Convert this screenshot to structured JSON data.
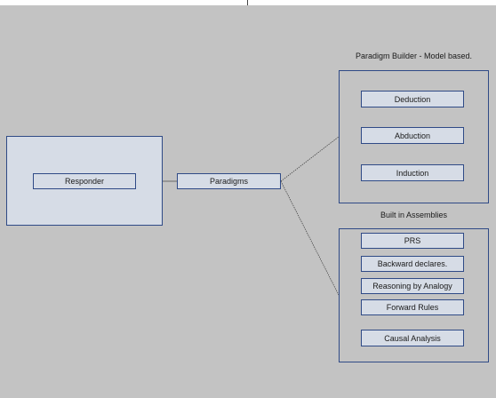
{
  "diagram": {
    "responder": "Responder",
    "paradigms": "Paradigms",
    "paradigm_builder": {
      "title": "Paradigm Builder - Model based.",
      "items": [
        "Deduction",
        "Abduction",
        "Induction"
      ]
    },
    "built_in_assemblies": {
      "title": "Built in Assemblies",
      "items": [
        "PRS",
        "Backward declares.",
        "Reasoning by Analogy",
        "Forward Rules",
        "Causal Analysis"
      ]
    }
  }
}
